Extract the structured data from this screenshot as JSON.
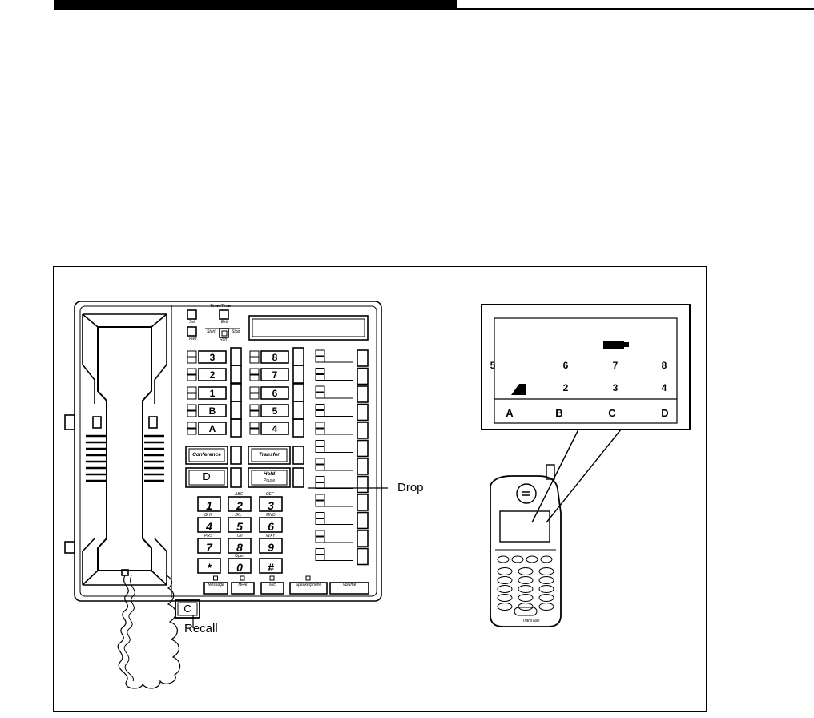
{
  "callouts": {
    "drop": "Drop",
    "recall": "Recall"
  },
  "desk_phone": {
    "line_buttons_col1": [
      "3",
      "2",
      "1",
      "B",
      "A"
    ],
    "line_buttons_col2": [
      "8",
      "7",
      "6",
      "5",
      "4"
    ],
    "function_keys": {
      "conference": "Conference",
      "transfer": "Transfer",
      "drop": "D",
      "hold": "Hold",
      "hold_sub": "Pause",
      "recall": "C"
    },
    "dialpad": [
      {
        "letters": "",
        "digit": "1"
      },
      {
        "letters": "ABC",
        "digit": "2"
      },
      {
        "letters": "DEF",
        "digit": "3"
      },
      {
        "letters": "GHI",
        "digit": "4"
      },
      {
        "letters": "JKL",
        "digit": "5"
      },
      {
        "letters": "MNO",
        "digit": "6"
      },
      {
        "letters": "PRS",
        "digit": "7"
      },
      {
        "letters": "TUV",
        "digit": "8"
      },
      {
        "letters": "WXY",
        "digit": "9"
      },
      {
        "letters": "",
        "digit": "*"
      },
      {
        "letters": "Oper",
        "digit": "0"
      },
      {
        "letters": "",
        "digit": "#"
      }
    ],
    "timer_labels": {
      "header": "Timer/Timer",
      "sel": "Sel",
      "exit": "Exit",
      "fwd": "Fwd",
      "start": "Start",
      "stop": "Stop",
      "run": "Run"
    },
    "bottom_keys": [
      "Message",
      "HFAI",
      "Mic",
      "Speakerphone",
      "Volume"
    ]
  },
  "wireless_screen": {
    "row_top": [
      "5",
      "6",
      "7",
      "8"
    ],
    "row_bottom": [
      "",
      "2",
      "3",
      "4"
    ],
    "softkeys": [
      "A",
      "B",
      "C",
      "D"
    ]
  },
  "wireless_handset": {
    "brand": "TransTalk"
  }
}
